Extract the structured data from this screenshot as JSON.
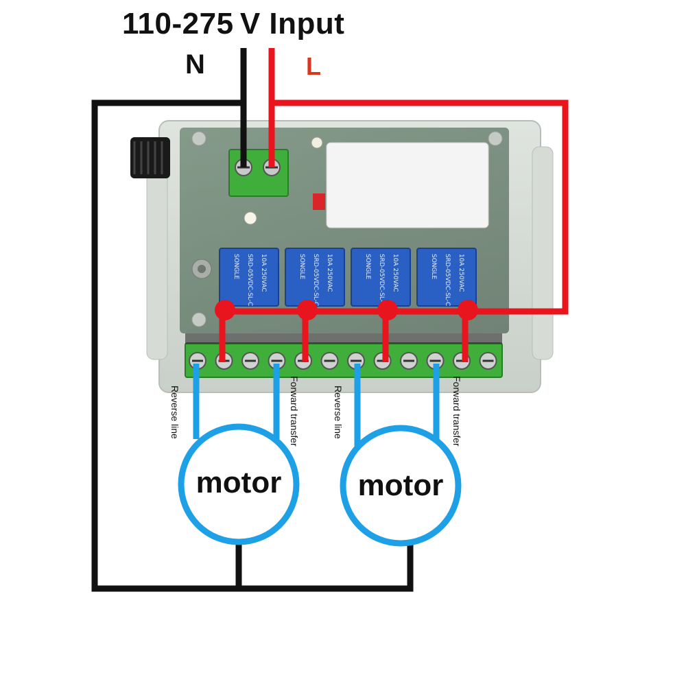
{
  "diagram": {
    "title": "110-275 V Input",
    "neutral_label": "N",
    "live_label": "L",
    "motors": [
      {
        "label": "motor",
        "reverse_label": "Reverse line",
        "forward_label": "Forward transfer"
      },
      {
        "label": "motor",
        "reverse_label": "Reverse line",
        "forward_label": "Forward transfer"
      }
    ],
    "relay_print": [
      "SONGLE",
      "SRD-05VDC-SL-C",
      "10A 250VAC"
    ],
    "colors": {
      "neutral_wire": "#111111",
      "live_wire": "#e8141e",
      "motor_wire": "#1ea0e6",
      "terminal_block": "#3fae3a",
      "relay_body": "#2a5fc4",
      "board": "#1f4a2e"
    }
  }
}
